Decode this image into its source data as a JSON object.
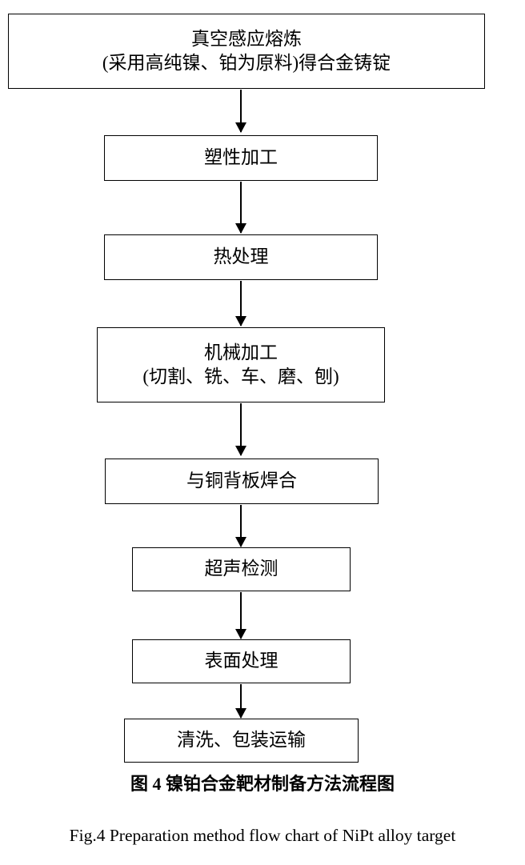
{
  "figure": {
    "caption_cn": "图 4  镍铂合金靶材制备方法流程图",
    "caption_en": "Fig.4 Preparation method flow chart of NiPt alloy target"
  },
  "flow": {
    "nodes": [
      {
        "id": "vacuum-induction-melting",
        "line1": "真空感应熔炼",
        "line2": "(采用高纯镍、铂为原料)得合金铸锭"
      },
      {
        "id": "plastic-working",
        "line1": "塑性加工",
        "line2": ""
      },
      {
        "id": "heat-treatment",
        "line1": "热处理",
        "line2": ""
      },
      {
        "id": "machining",
        "line1": "机械加工",
        "line2": "(切割、铣、车、磨、刨)"
      },
      {
        "id": "welding-copper-backplate",
        "line1": "与铜背板焊合",
        "line2": ""
      },
      {
        "id": "ultrasonic-testing",
        "line1": "超声检测",
        "line2": ""
      },
      {
        "id": "surface-treatment",
        "line1": "表面处理",
        "line2": ""
      },
      {
        "id": "cleaning-packaging-transport",
        "line1": "清洗、包装运输",
        "line2": ""
      }
    ]
  }
}
